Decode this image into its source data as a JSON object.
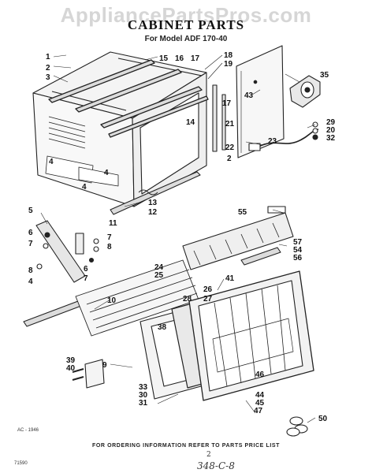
{
  "watermark": "AppliancePartsPros.com",
  "title": "CABINET PARTS",
  "subtitle": "For Model ADF 170-40",
  "footer": "FOR ORDERING INFORMATION REFER TO PARTS PRICE LIST",
  "drawing_code": "AC - 1946",
  "page_code": "71590",
  "handwritten_note": "348-C-8",
  "handwritten_number": "2",
  "callouts": [
    {
      "id": "c1",
      "text": "1"
    },
    {
      "id": "c2",
      "text": "2"
    },
    {
      "id": "c3",
      "text": "3"
    },
    {
      "id": "c15",
      "text": "15"
    },
    {
      "id": "c16",
      "text": "16"
    },
    {
      "id": "c17a",
      "text": "17"
    },
    {
      "id": "c18",
      "text": "18"
    },
    {
      "id": "c19",
      "text": "19"
    },
    {
      "id": "c17b",
      "text": "17"
    },
    {
      "id": "c43",
      "text": "43"
    },
    {
      "id": "c35",
      "text": "35"
    },
    {
      "id": "c14",
      "text": "14"
    },
    {
      "id": "c21",
      "text": "21"
    },
    {
      "id": "c22",
      "text": "22"
    },
    {
      "id": "c23",
      "text": "23"
    },
    {
      "id": "c29",
      "text": "29"
    },
    {
      "id": "c20",
      "text": "20"
    },
    {
      "id": "c32",
      "text": "32"
    },
    {
      "id": "c2b",
      "text": "2"
    },
    {
      "id": "c4a",
      "text": "4"
    },
    {
      "id": "c4b",
      "text": "4"
    },
    {
      "id": "c4c",
      "text": "4"
    },
    {
      "id": "c13",
      "text": "13"
    },
    {
      "id": "c12",
      "text": "12"
    },
    {
      "id": "c5",
      "text": "5"
    },
    {
      "id": "c11",
      "text": "11"
    },
    {
      "id": "c6a",
      "text": "6"
    },
    {
      "id": "c7a",
      "text": "7"
    },
    {
      "id": "c7b",
      "text": "7"
    },
    {
      "id": "c8a",
      "text": "8"
    },
    {
      "id": "c8b",
      "text": "8"
    },
    {
      "id": "c4d",
      "text": "4"
    },
    {
      "id": "c6b",
      "text": "6"
    },
    {
      "id": "c7c",
      "text": "7"
    },
    {
      "id": "c55",
      "text": "55"
    },
    {
      "id": "c57",
      "text": "57"
    },
    {
      "id": "c54",
      "text": "54"
    },
    {
      "id": "c56",
      "text": "56"
    },
    {
      "id": "c41",
      "text": "41"
    },
    {
      "id": "c24",
      "text": "24"
    },
    {
      "id": "c25",
      "text": "25"
    },
    {
      "id": "c26",
      "text": "26"
    },
    {
      "id": "c27",
      "text": "27"
    },
    {
      "id": "c28",
      "text": "28"
    },
    {
      "id": "c10",
      "text": "10"
    },
    {
      "id": "c38",
      "text": "38"
    },
    {
      "id": "c9",
      "text": "9"
    },
    {
      "id": "c39",
      "text": "39"
    },
    {
      "id": "c40",
      "text": "40"
    },
    {
      "id": "c33",
      "text": "33"
    },
    {
      "id": "c30",
      "text": "30"
    },
    {
      "id": "c31",
      "text": "31"
    },
    {
      "id": "c46",
      "text": "46"
    },
    {
      "id": "c44",
      "text": "44"
    },
    {
      "id": "c45",
      "text": "45"
    },
    {
      "id": "c47",
      "text": "47"
    },
    {
      "id": "c50",
      "text": "50"
    }
  ]
}
